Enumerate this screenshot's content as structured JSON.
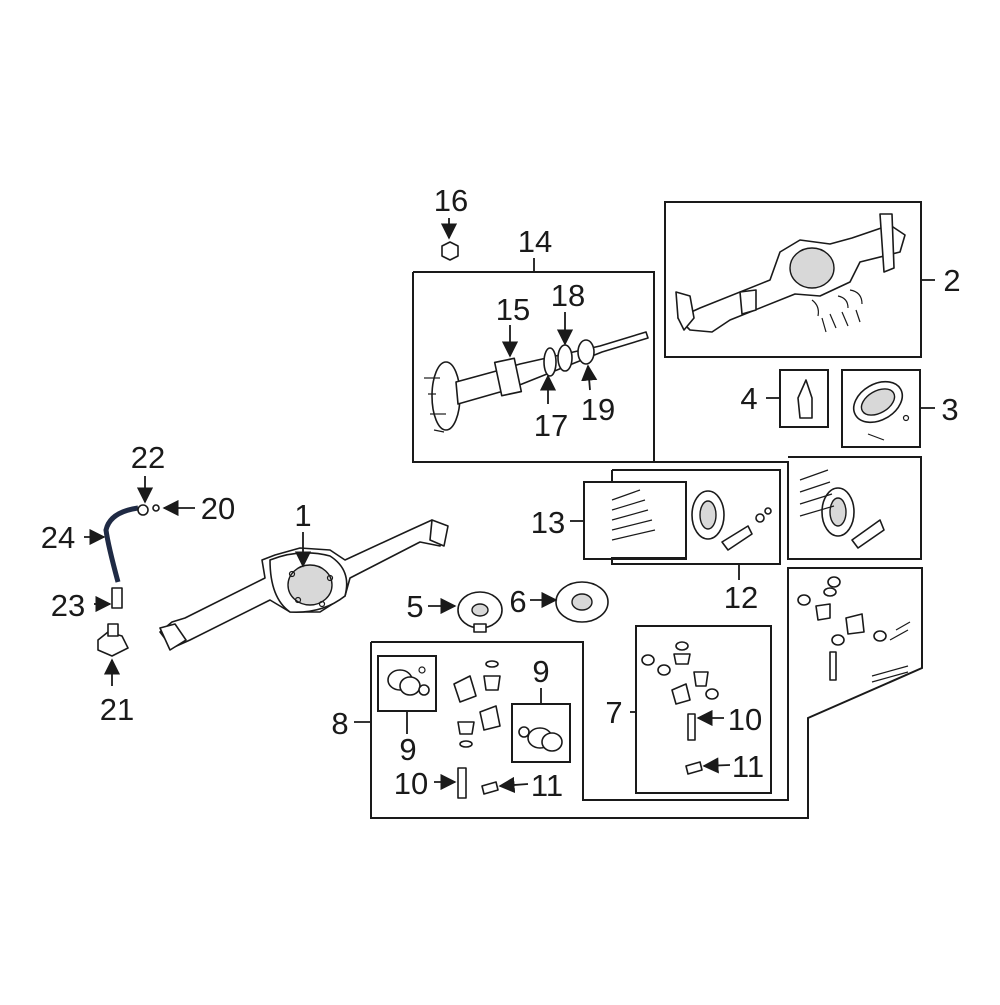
{
  "callouts": {
    "c1": "1",
    "c2": "2",
    "c3": "3",
    "c4": "4",
    "c5": "5",
    "c6": "6",
    "c7": "7",
    "c8": "8",
    "c9a": "9",
    "c9b": "9",
    "c10a": "10",
    "c10b": "10",
    "c11a": "11",
    "c11b": "11",
    "c12": "12",
    "c13": "13",
    "c14": "14",
    "c15": "15",
    "c16": "16",
    "c17": "17",
    "c18": "18",
    "c19": "19",
    "c20": "20",
    "c21": "21",
    "c22": "22",
    "c23": "23",
    "c24": "24"
  },
  "colors": {
    "line": "#1a1a1a",
    "hose": "#1f2a44",
    "background": "#ffffff"
  }
}
